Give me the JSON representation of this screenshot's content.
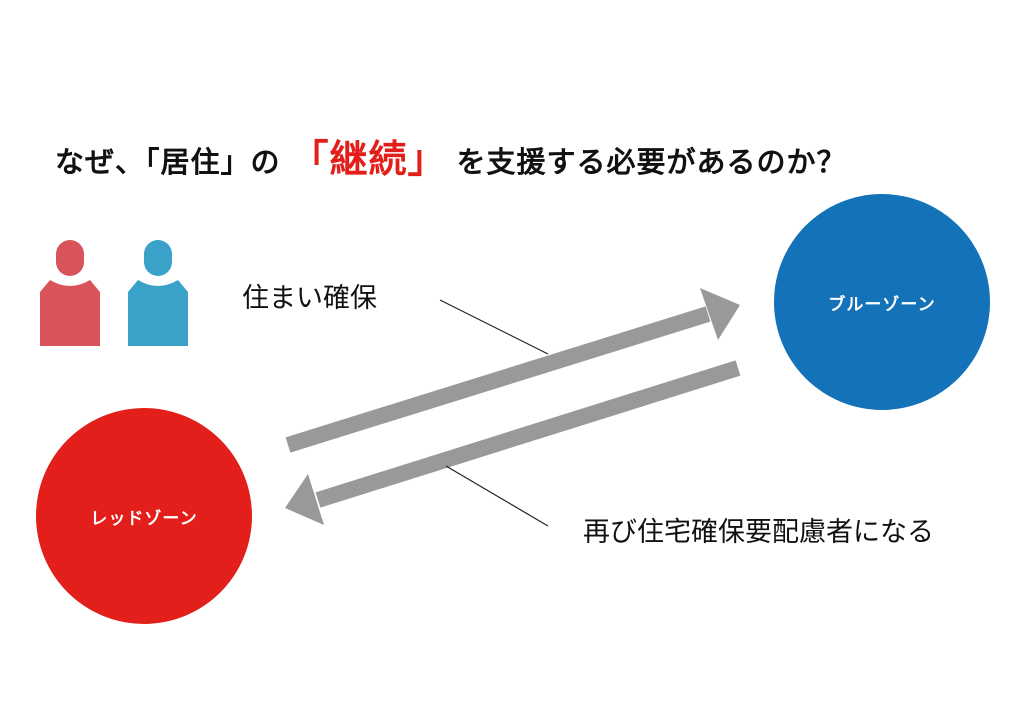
{
  "title": {
    "before": "なぜ、「居住」の",
    "highlight": "「継続」",
    "after": "を支援する必要があるのか？"
  },
  "zones": {
    "blue": "ブルーゾーン",
    "red": "レッドゾーン"
  },
  "labels": {
    "top": "住まい確保",
    "bottom": "再び住宅確保要配慮者になる"
  },
  "colors": {
    "red": "#e21f1a",
    "blue": "#1472b8",
    "person_red": "#d9535a",
    "person_blue": "#3aa1c9",
    "arrow": "#999999"
  },
  "icons": [
    "person-red-icon",
    "person-blue-icon"
  ]
}
